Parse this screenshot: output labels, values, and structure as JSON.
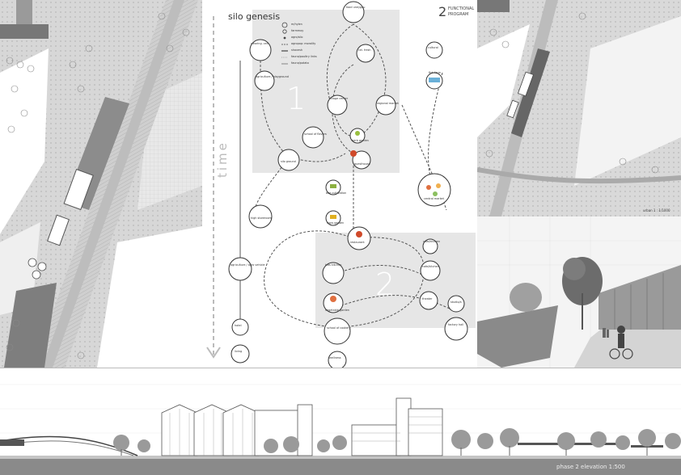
{
  "diagram": {
    "title": "silo genesis",
    "program_number": "2",
    "program_label_line1": "FUNCTIONAL",
    "program_label_line2": "PROGRAM",
    "time_label": "time",
    "phase_1": "1",
    "phase_2": "2",
    "legend": [
      "m/hylen",
      "farmmoy",
      "agro/silo",
      "agropop: morality",
      "shavesh",
      "fauna/poultry links",
      "fauna/potato"
    ],
    "nodes": [
      {
        "id": "seed",
        "label": "food uneygou"
      },
      {
        "id": "tall",
        "label": "cel. fresh"
      },
      {
        "id": "clearing",
        "label": "clearing. cell"
      },
      {
        "id": "cultural",
        "label": "cultural"
      },
      {
        "id": "fish",
        "label": "fish farm"
      },
      {
        "id": "agri",
        "label": "agriculture / playground"
      },
      {
        "id": "village",
        "label": "village center"
      },
      {
        "id": "market",
        "label": "regional market"
      },
      {
        "id": "school",
        "label": "school of flavors"
      },
      {
        "id": "herb",
        "label": "herb garden"
      },
      {
        "id": "silo",
        "label": "silo ground"
      },
      {
        "id": "guest",
        "label": "guesthouse"
      },
      {
        "id": "bee",
        "label": "bee cultivation"
      },
      {
        "id": "central",
        "label": "central market"
      },
      {
        "id": "high",
        "label": "high storeroom"
      },
      {
        "id": "hops",
        "label": "hops garden"
      },
      {
        "id": "restaurant",
        "label": "restaurant"
      },
      {
        "id": "infra",
        "label": "agriculture / agro vehicle"
      },
      {
        "id": "kitchen",
        "label": "kids kitchen"
      },
      {
        "id": "cafe",
        "label": "cafe/kitchen"
      },
      {
        "id": "cafe2",
        "label": "cafe/kitchen"
      },
      {
        "id": "veg",
        "label": "vegetable garden"
      },
      {
        "id": "theater",
        "label": "theater"
      },
      {
        "id": "studio",
        "label": "studio/a"
      },
      {
        "id": "factory",
        "label": "factory hall"
      },
      {
        "id": "school2",
        "label": "school of cookery"
      },
      {
        "id": "hotel",
        "label": "hotel"
      },
      {
        "id": "living",
        "label": "living"
      },
      {
        "id": "wellness",
        "label": "wellness"
      }
    ]
  },
  "site_right": {
    "caption": "urban 1 : 1/1000"
  },
  "elevation": {
    "caption": "phase 2   elevation   1:500"
  }
}
